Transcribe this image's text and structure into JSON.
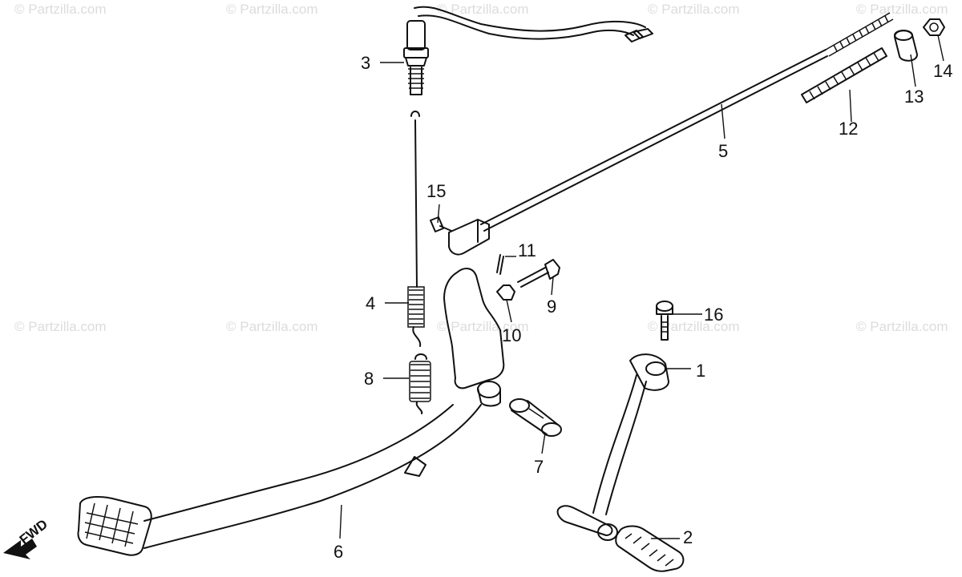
{
  "watermark": "© Partzilla.com",
  "direction_label": "FWD",
  "callouts": [
    "1",
    "2",
    "3",
    "4",
    "5",
    "6",
    "7",
    "8",
    "9",
    "10",
    "11",
    "12",
    "13",
    "14",
    "15",
    "16"
  ]
}
